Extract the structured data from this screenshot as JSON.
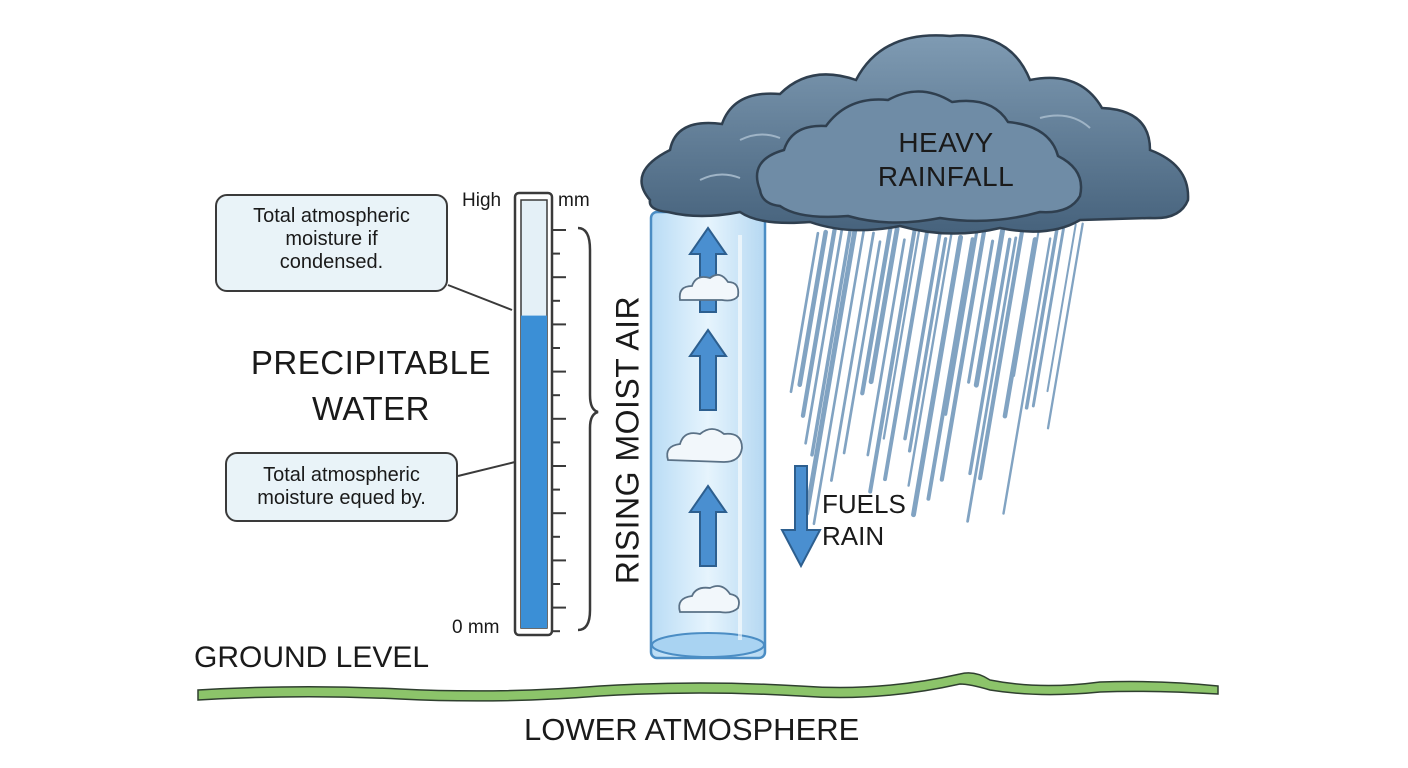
{
  "title": "PRECIPITABLE WATER",
  "title_line1": "PRECIPITABLE",
  "title_line2": "WATER",
  "gauge": {
    "top_left_label": "High",
    "top_right_label": "mm",
    "bottom_label": "0 mm",
    "fill_fraction": 0.73,
    "fill_color": "#3b8fd6"
  },
  "callout_top": [
    "Total atmospheric",
    "moisture if",
    "condensed."
  ],
  "callout_bottom": [
    "Total atmospheric",
    "moisture equed by."
  ],
  "column_label": "RISING MOIST AIR",
  "cloud_label": [
    "HEAVY",
    "RAINFALL"
  ],
  "fuels_label": [
    "FUELS",
    "RAIN"
  ],
  "ground_label": "GROUND LEVEL",
  "atmosphere_label": "LOWER ATMOSPHERE",
  "colors": {
    "cloud": "#5f7f99",
    "rain": "#6c93b8",
    "arrow": "#4a8fd0",
    "ground": "#8cc46a",
    "column": "#cfe8fa"
  }
}
